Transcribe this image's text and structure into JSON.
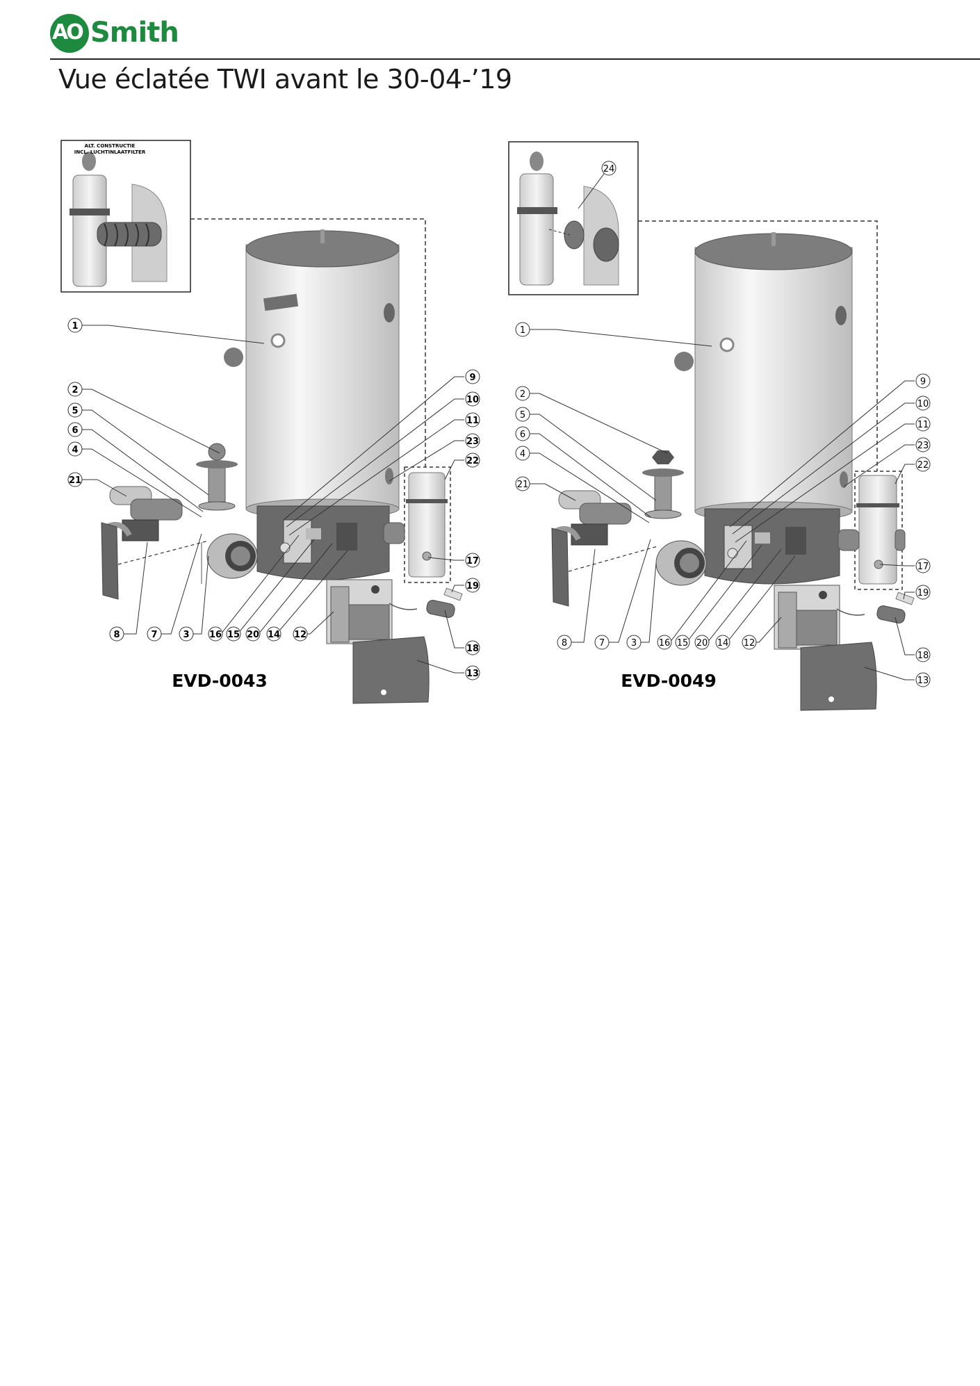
{
  "brand": {
    "ao": "AO",
    "smith": "Smith",
    "color": "#1e8a3f"
  },
  "page": {
    "title": "Vue éclatée TWI avant le 30-04-’19"
  },
  "diagrams": [
    {
      "id": "left",
      "model": "EVD-0043",
      "inset_note": [
        "ALT. CONSTRUCTIE",
        "INCL. LUCHTINLAATFILTER"
      ],
      "inset_callout": "",
      "callouts_left": [
        "1",
        "2",
        "5",
        "6",
        "4",
        "21"
      ],
      "callouts_right": [
        "9",
        "10",
        "11",
        "23",
        "22",
        "17",
        "19",
        "18",
        "13"
      ],
      "callouts_bottom": [
        "8",
        "7",
        "3",
        "16",
        "15",
        "20",
        "14",
        "12"
      ]
    },
    {
      "id": "right",
      "model": "EVD-0049",
      "inset_note": [],
      "inset_callout": "24",
      "callouts_left": [
        "1",
        "2",
        "5",
        "6",
        "4",
        "21"
      ],
      "callouts_right": [
        "9",
        "10",
        "11",
        "23",
        "22",
        "17",
        "19",
        "18",
        "13"
      ],
      "callouts_bottom": [
        "8",
        "7",
        "3",
        "16",
        "15",
        "20",
        "14",
        "12"
      ]
    }
  ],
  "colors": {
    "tank": "#e6e6e6",
    "tank_top": "#7d7d7d",
    "base": "#6a6a6a",
    "line": "#333333"
  }
}
